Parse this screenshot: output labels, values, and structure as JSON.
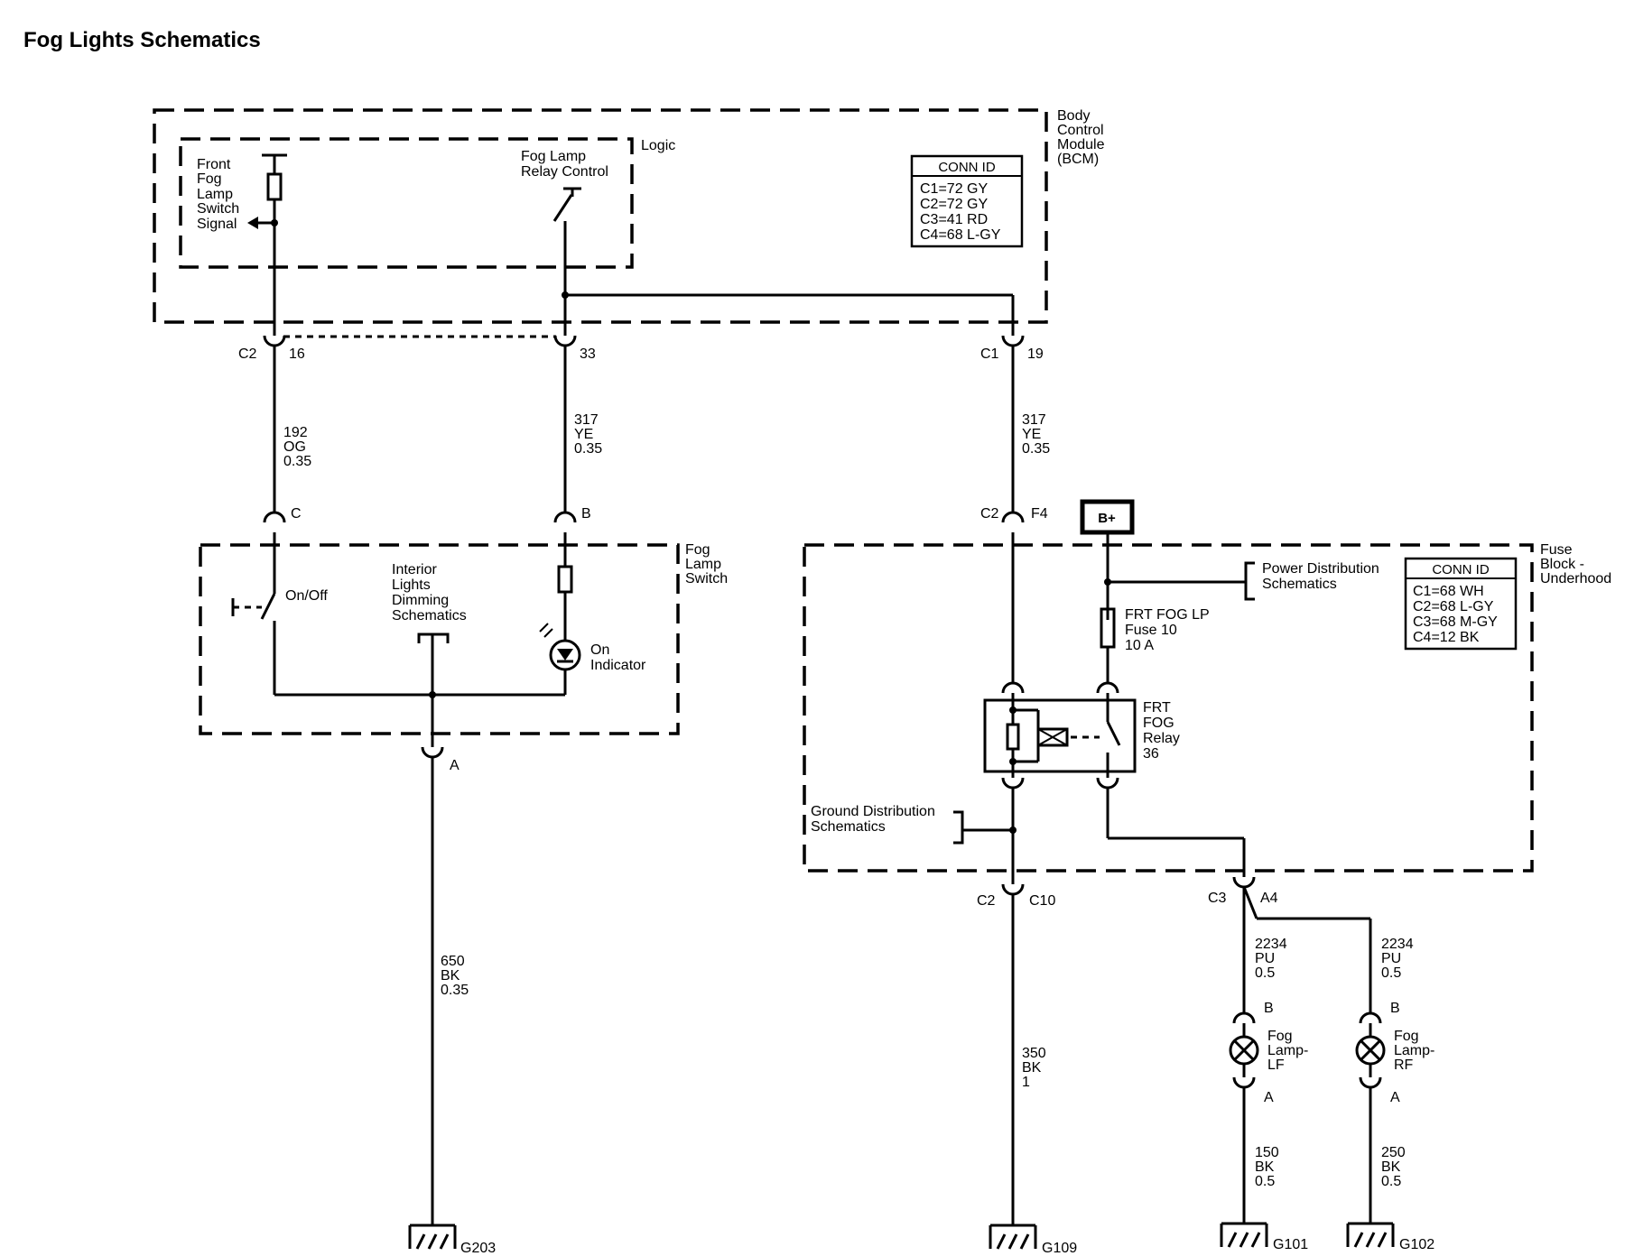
{
  "title": "Fog Lights Schematics",
  "bcm": {
    "label": [
      "Body",
      "Control",
      "Module",
      "(BCM)"
    ],
    "logic_label": "Logic",
    "switch_signal_label": [
      "Front",
      "Fog",
      "Lamp",
      "Switch",
      "Signal"
    ],
    "relay_control_label": [
      "Fog Lamp",
      "Relay Control"
    ],
    "conn_id_header": "CONN ID",
    "conn_ids": [
      "C1=72 GY",
      "C2=72 GY",
      "C3=41 RD",
      "C4=68 L-GY"
    ]
  },
  "fuse_block": {
    "label": [
      "Fuse",
      "Block -",
      "Underhood"
    ],
    "conn_id_header": "CONN ID",
    "conn_ids": [
      "C1=68 WH",
      "C2=68 L-GY",
      "C3=68 M-GY",
      "C4=12 BK"
    ],
    "power_dist": [
      "Power Distribution",
      "Schematics"
    ],
    "ground_dist": [
      "Ground Distribution",
      "Schematics"
    ],
    "fuse_label": [
      "FRT FOG LP",
      "Fuse 10",
      "10 A"
    ],
    "relay_label": [
      "FRT",
      "FOG",
      "Relay",
      "36"
    ],
    "bplus": "B+"
  },
  "fog_lamp_switch": {
    "label": [
      "Fog",
      "Lamp",
      "Switch"
    ],
    "onoff": "On/Off",
    "dimming": [
      "Interior",
      "Lights",
      "Dimming",
      "Schematics"
    ],
    "indicator": [
      "On",
      "Indicator"
    ]
  },
  "connectors": {
    "bcm_c2_16": {
      "conn": "C2",
      "pin": "16"
    },
    "bcm_c2_33": {
      "pin": "33"
    },
    "bcm_c1_19": {
      "conn": "C1",
      "pin": "19"
    },
    "switch_c": "C",
    "switch_b": "B",
    "switch_a": "A",
    "fuse_c2_f4": {
      "conn": "C2",
      "pin": "F4"
    },
    "fuse_c2_c10": {
      "conn": "C2",
      "pin": "C10"
    },
    "fuse_c3_a4": {
      "conn": "C3",
      "pin": "A4"
    },
    "lamp_lf_b": "B",
    "lamp_lf_a": "A",
    "lamp_rf_b": "B",
    "lamp_rf_a": "A"
  },
  "wires": {
    "w192": [
      "192",
      "OG",
      "0.35"
    ],
    "w317a": [
      "317",
      "YE",
      "0.35"
    ],
    "w317b": [
      "317",
      "YE",
      "0.35"
    ],
    "w650": [
      "650",
      "BK",
      "0.35"
    ],
    "w350": [
      "350",
      "BK",
      "1"
    ],
    "w2234a": [
      "2234",
      "PU",
      "0.5"
    ],
    "w2234b": [
      "2234",
      "PU",
      "0.5"
    ],
    "w150": [
      "150",
      "BK",
      "0.5"
    ],
    "w250": [
      "250",
      "BK",
      "0.5"
    ]
  },
  "lamps": {
    "lf": [
      "Fog",
      "Lamp-",
      "LF"
    ],
    "rf": [
      "Fog",
      "Lamp-",
      "RF"
    ]
  },
  "grounds": [
    "G203",
    "G109",
    "G101",
    "G102"
  ]
}
